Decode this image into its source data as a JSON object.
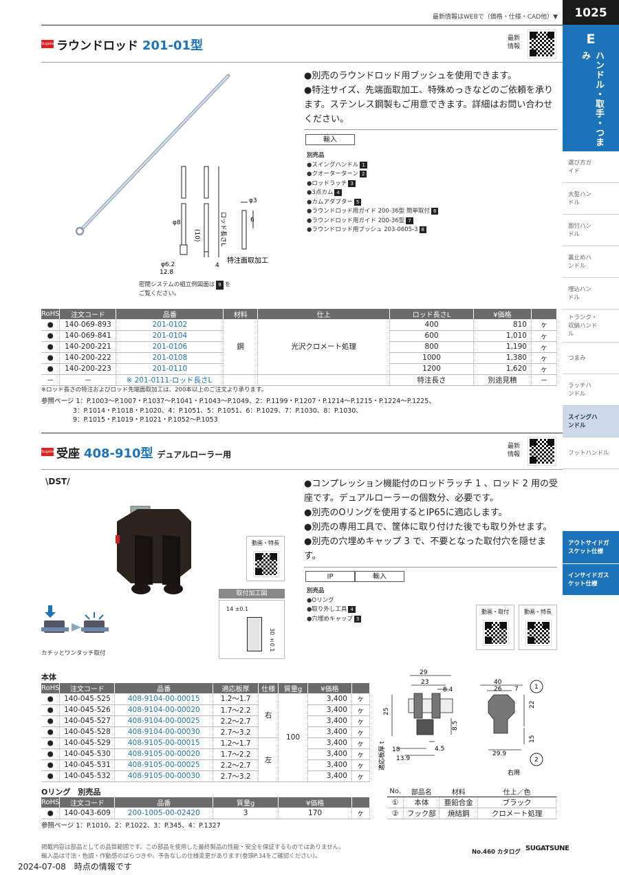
{
  "header": {
    "top_note": "最新情報はWEBで（価格・仕様・CAD他）▼",
    "page_number": "1025"
  },
  "sidebar": {
    "letter": "E",
    "category": "ハンドル・取手・つまみ",
    "items": [
      {
        "label": "選び方ガイド"
      },
      {
        "label": "大型ハンドル"
      },
      {
        "label": "面付ハンドル"
      },
      {
        "label": "裏止めハンドル"
      },
      {
        "label": "埋込ハンドル"
      },
      {
        "label": "トランク・収納ハンドル"
      },
      {
        "label": "つまみ"
      },
      {
        "label": "ラッチハンドル"
      },
      {
        "label": "スイングハンドル"
      },
      {
        "label": "フットハンドル"
      },
      {
        "label": "アウトサイドガスケット仕様"
      },
      {
        "label": "インサイドガスケット仕様"
      }
    ]
  },
  "section1": {
    "icon_text": "Sugatsune",
    "title": "ラウンドロッド",
    "model": "201-01型",
    "qr_label_1": "最新",
    "qr_label_2": "情報",
    "bullets": [
      "●別売のラウンドロッド用ブッシュを使用できます。",
      "●特注サイズ、先端面取加工、特殊めっきなどのご依頼を承ります。ステンレス鋼製もご用意できます。詳細はお問い合わせください。"
    ],
    "tag": "輸入",
    "sold_separately_title": "別売品",
    "sold_separately": [
      {
        "text": "●スイングハンドル",
        "num": "1"
      },
      {
        "text": "●クオーターターン",
        "num": "2"
      },
      {
        "text": "●ロッドラッチ",
        "num": "3"
      },
      {
        "text": "●3点カム",
        "num": "4"
      },
      {
        "text": "●カムアダプター",
        "num": "5"
      },
      {
        "text": "●ラウンドロッド用ガイド 200-36型 簡単取付",
        "num": "6"
      },
      {
        "text": "●ラウンドロッド用ガイド 200-36型",
        "num": "7"
      },
      {
        "text": "●ラウンドロッド用ブッシュ 203-0605-3",
        "num": "8"
      }
    ],
    "drawing": {
      "rod_length_label": "ロッド長さL",
      "dim_phi8": "φ8",
      "dim_10": "(10)",
      "dim_4": "4",
      "dim_phi62": "φ6.2",
      "dim_128": "12.8",
      "dim_phi3": "φ3",
      "dim_6": "6",
      "chamfer_label": "特注面取加工"
    },
    "assembly_note_1": "密閉システムの組立例図面は",
    "assembly_note_num": "9",
    "assembly_note_2": "を",
    "assembly_note_3": "ご覧ください。",
    "table": {
      "headers": [
        "RoHS",
        "注文コード",
        "品番",
        "材料",
        "仕上",
        "ロッド長さL",
        "¥価格",
        ""
      ],
      "rows": [
        {
          "rohs": "●",
          "code": "140-069-893",
          "part": "201-0102",
          "length": "400",
          "price": "810",
          "unit": "ヶ"
        },
        {
          "rohs": "●",
          "code": "140-069-841",
          "part": "201-0104",
          "length": "600",
          "price": "1,010",
          "unit": "ヶ"
        },
        {
          "rohs": "●",
          "code": "140-200-221",
          "part": "201-0106",
          "length": "800",
          "price": "1,190",
          "unit": "ヶ"
        },
        {
          "rohs": "●",
          "code": "140-200-222",
          "part": "201-0108",
          "length": "1000",
          "price": "1,380",
          "unit": "ヶ"
        },
        {
          "rohs": "●",
          "code": "140-200-223",
          "part": "201-0110",
          "length": "1200",
          "price": "1,620",
          "unit": "ヶ"
        },
        {
          "rohs": "－",
          "code": "－",
          "part": "※ 201-0111-ロッド長さL",
          "length": "特注長さ",
          "price": "別途見積",
          "unit": "－"
        }
      ],
      "material": "鋼",
      "finish": "光沢クロメート処理"
    },
    "note": "※ロッド長さの特注およびロッド先端面取加工は、200本以上のご注文より承ります。",
    "refs": [
      "参照ページ 1：P.1003～P.1007・P.1037～P.1041・P.1043～P.1049、2：P.1199・P.1207・P.1214～P.1215・P.1224～P.1225、",
      "3：P.1014・P.1018・P.1020、4：P.1051、5：P.1051、6：P.1029、7：P.1030、8：P.1030、",
      "9：P.1015・P.1019・P.1021・P.1052～P.1053"
    ]
  },
  "section2": {
    "icon_text": "Sugatsune",
    "title": "受座",
    "model": "408-910型",
    "subtitle": "デュアルローラー用",
    "qr_label_1": "最新",
    "qr_label_2": "情報",
    "brand_mark": "\\DST/",
    "bullets": [
      "●コンプレッション機能付のロッドラッチ 1 、ロッド 2 用の受座です。デュアルローラーの個数分、必要です。",
      "●別売のOリングを使用するとIP65に適応します。",
      "●別売の専用工具で、筐体に取り付けた後でも取り外せます。",
      "●別売の穴埋めキャップ 3 で、不要となった取付穴を隠せます。"
    ],
    "tags": [
      "IP",
      "輸入"
    ],
    "video_label": "動画・特長",
    "mount_title": "取付加工図",
    "mount_dim_w": "14 ±0.1",
    "mount_dim_h": "30 ±0.1",
    "install_caption": "カチッとワンタッチ取付",
    "sold_separately_title": "別売品",
    "sold_separately": [
      {
        "text": "●Oリング",
        "num": ""
      },
      {
        "text": "●取り外し工具",
        "num": "4"
      },
      {
        "text": "●穴埋めキャップ",
        "num": "3"
      }
    ],
    "video_labels": [
      "動画・取付",
      "動画・特長"
    ],
    "body_title": "本体",
    "table": {
      "headers": [
        "RoHS",
        "注文コード",
        "品番",
        "適応板厚",
        "仕様",
        "質量g",
        "¥価格",
        ""
      ],
      "rows": [
        {
          "rohs": "●",
          "code": "140-045-525",
          "part": "408-9104-00-00015",
          "thick": "1.2～1.7",
          "price": "3,400",
          "unit": "ヶ"
        },
        {
          "rohs": "●",
          "code": "140-045-526",
          "part": "408-9104-00-00020",
          "thick": "1.7～2.2",
          "price": "3,400",
          "unit": "ヶ"
        },
        {
          "rohs": "●",
          "code": "140-045-527",
          "part": "408-9104-00-00025",
          "thick": "2.2～2.7",
          "price": "3,400",
          "unit": "ヶ"
        },
        {
          "rohs": "●",
          "code": "140-045-528",
          "part": "408-9104-00-00030",
          "thick": "2.7～3.2",
          "price": "3,400",
          "unit": "ヶ"
        },
        {
          "rohs": "●",
          "code": "140-045-529",
          "part": "408-9105-00-00015",
          "thick": "1.2～1.7",
          "price": "3,400",
          "unit": "ヶ"
        },
        {
          "rohs": "●",
          "code": "140-045-530",
          "part": "408-9105-00-00020",
          "thick": "1.7～2.2",
          "price": "3,400",
          "unit": "ヶ"
        },
        {
          "rohs": "●",
          "code": "140-045-531",
          "part": "408-9105-00-00025",
          "thick": "2.2～2.7",
          "price": "3,400",
          "unit": "ヶ"
        },
        {
          "rohs": "●",
          "code": "140-045-532",
          "part": "408-9105-00-00030",
          "thick": "2.7～3.2",
          "price": "3,400",
          "unit": "ヶ"
        }
      ],
      "spec_right": "右",
      "spec_left": "左",
      "mass": "100"
    },
    "oring_title": "Oリング　別売品",
    "oring_table": {
      "headers": [
        "RoHS",
        "注文コード",
        "品番",
        "質量g",
        "¥価格",
        ""
      ],
      "row": {
        "rohs": "●",
        "code": "140-043-609",
        "part": "200-1005-00-02420",
        "mass": "3",
        "price": "170",
        "unit": "ヶ"
      }
    },
    "refs": "参照ページ 1：P.1010、2：P.1022、3：P.345、4：P.1327",
    "drawing": {
      "d29": "29",
      "d23": "23",
      "d84": "8.4",
      "d25": "25",
      "d85": "8.5",
      "d18": "18",
      "d45": "4.5",
      "d139": "13.9",
      "thick_label": "適応板厚 t",
      "d40": "40",
      "d26": "26",
      "d7": "7",
      "d22": "22",
      "d15": "15",
      "d299": "29.9",
      "right_label": "右用",
      "c1": "1",
      "c2": "2"
    },
    "parts_table": {
      "headers": [
        "No.",
        "部品名",
        "材料",
        "仕上／色"
      ],
      "rows": [
        {
          "no": "①",
          "name": "本体",
          "material": "亜鉛合金",
          "finish": "ブラック"
        },
        {
          "no": "②",
          "name": "フック部",
          "material": "焼結鋼",
          "finish": "クロメート処理"
        }
      ]
    }
  },
  "footer": {
    "note1": "掲載内容は部品としての品質範囲です。この部品を使用した最終製品の性能・安全を保証するものではありません。",
    "note2": "輸入品は寸法・色調・作動感のばらつきや、予告なしの仕様変更があります(巻頭P.34をご確認ください)。",
    "catalog": "No.460 カタログ",
    "brand": "SUGATSUNE",
    "date": "2024-07-08　時点の情報です"
  },
  "colors": {
    "accent": "#1d73b8",
    "header_gray": "#6b6b6b",
    "icon_red": "#d22222"
  }
}
